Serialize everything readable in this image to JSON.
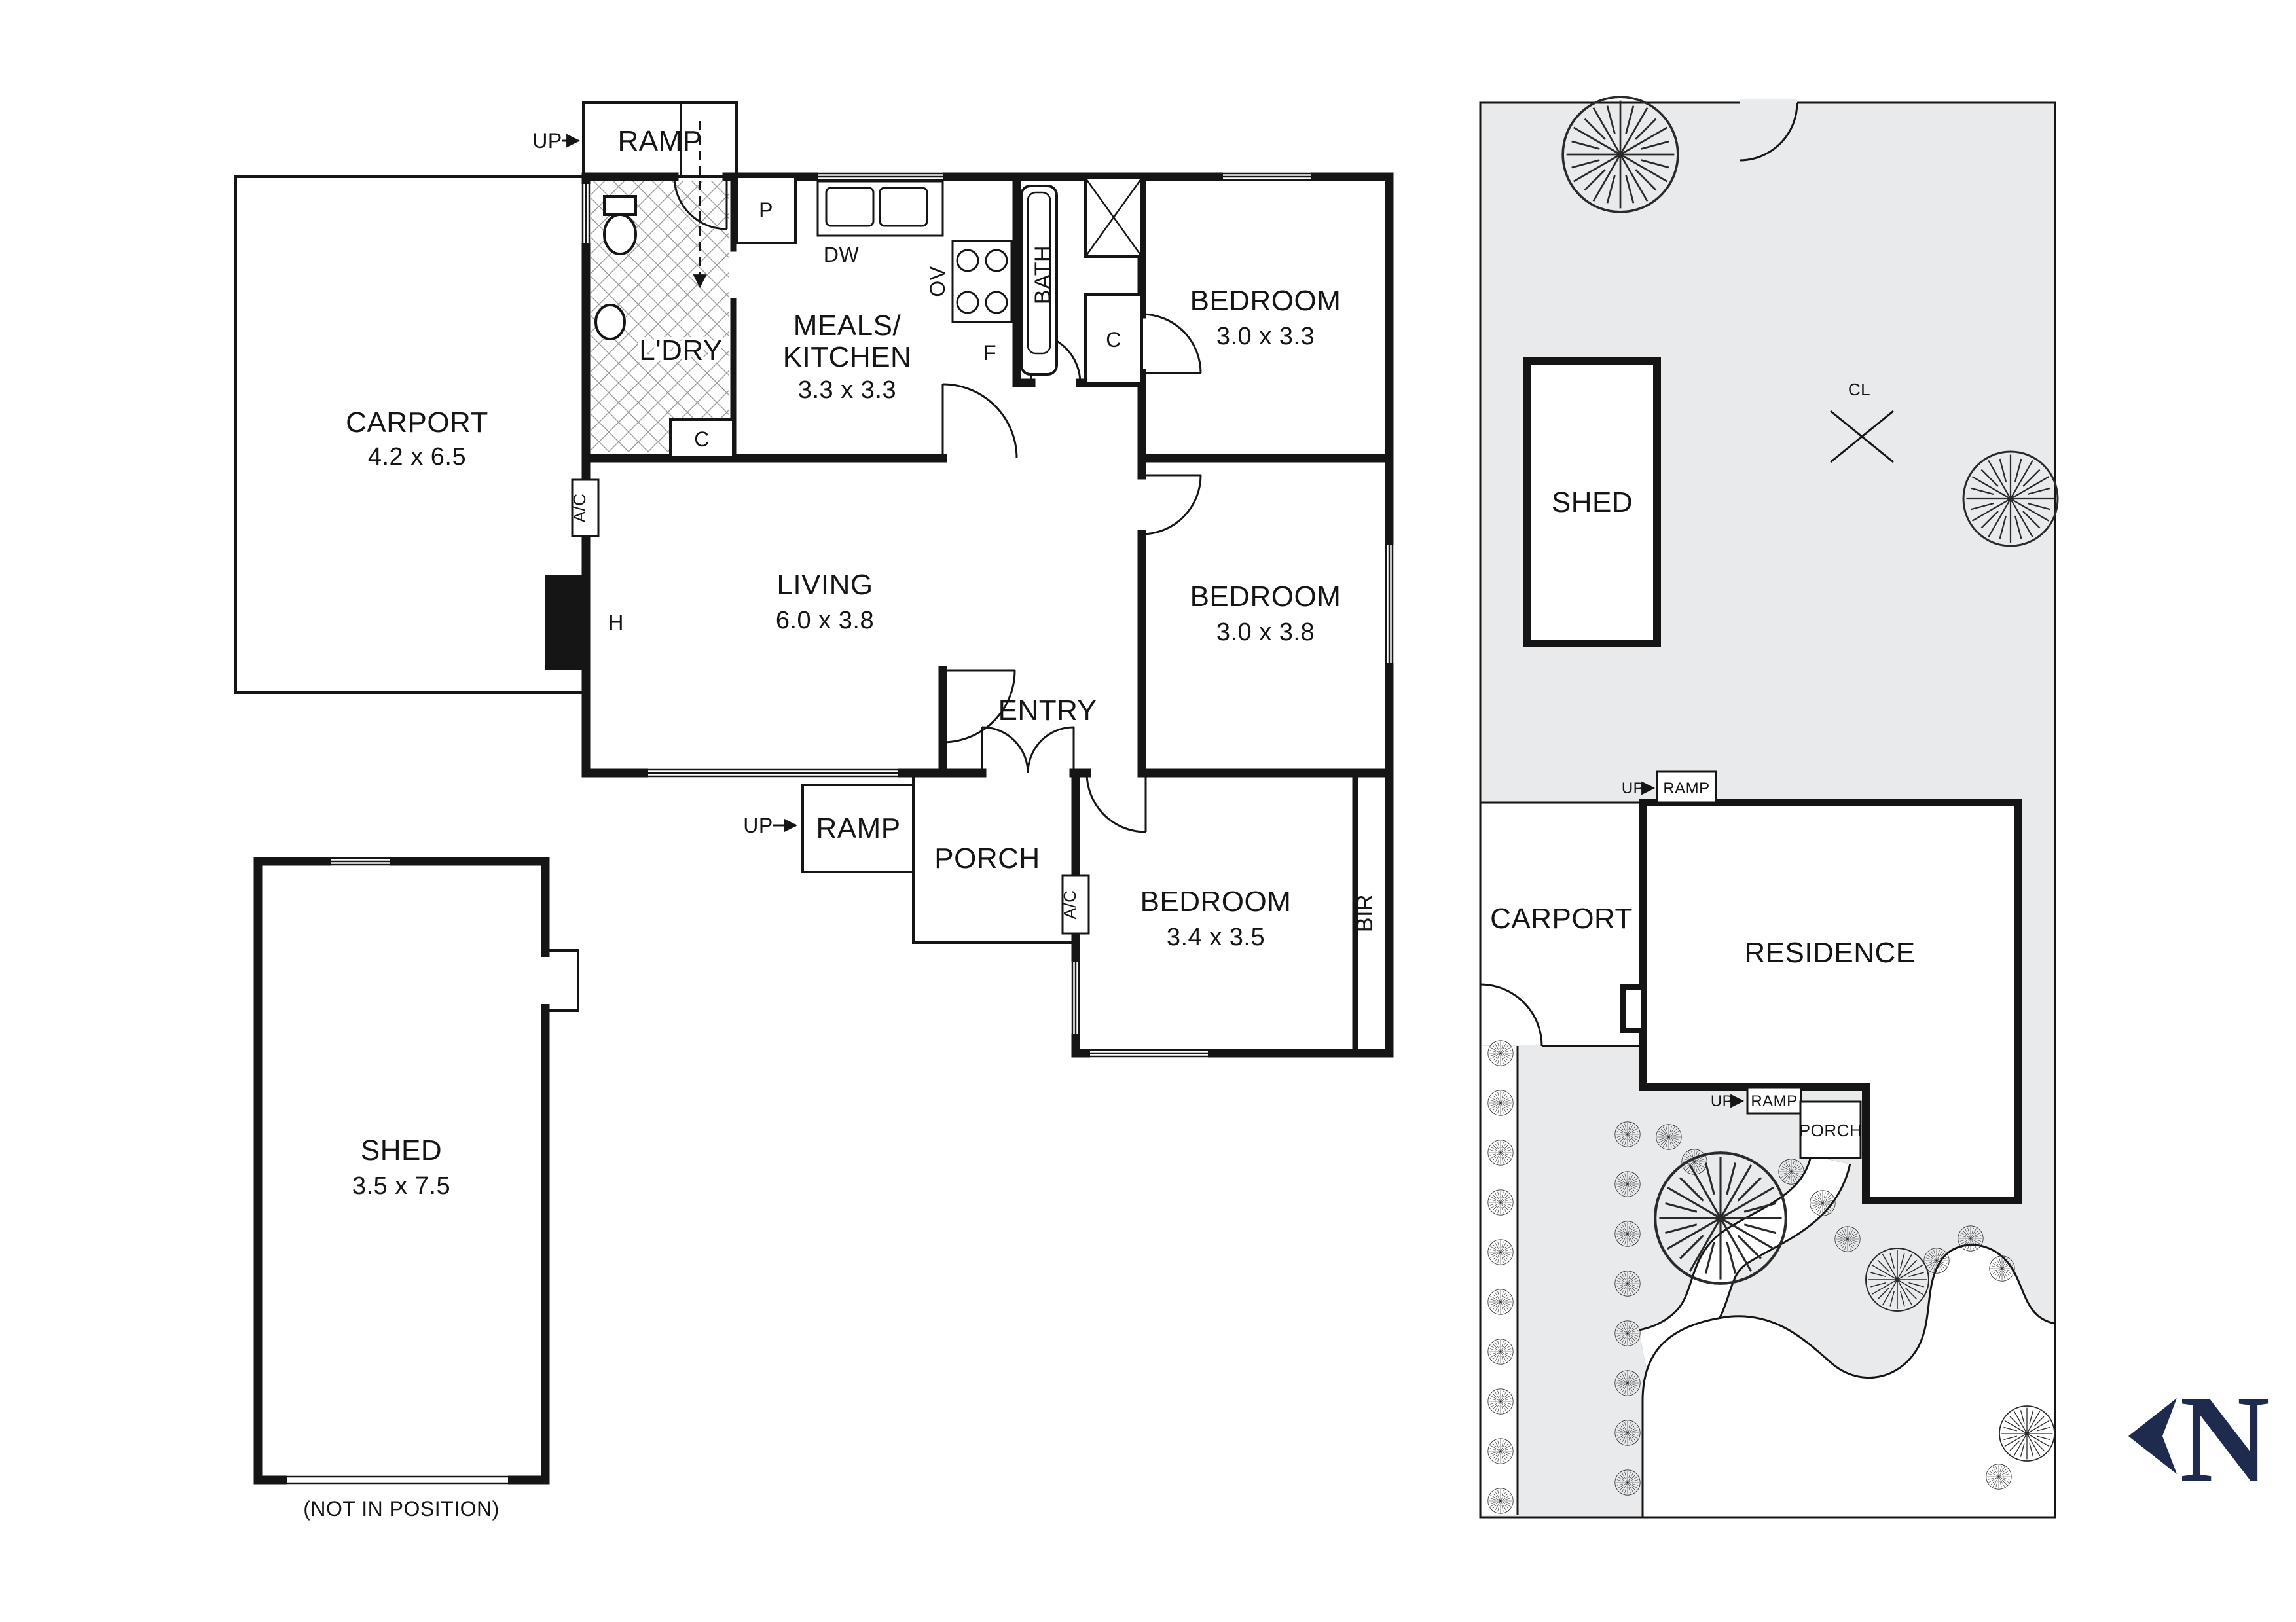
{
  "floorplan": {
    "ramp_top": {
      "up": "UP",
      "label": "RAMP"
    },
    "carport": {
      "label": "CARPORT",
      "dim": "4.2 x 6.5"
    },
    "laundry": {
      "label": "L'DRY",
      "closet": "C"
    },
    "pantry": "P",
    "dishwasher": "DW",
    "oven": "OV",
    "fridge": "F",
    "bath": {
      "label": "BATH",
      "closet": "C"
    },
    "meals": {
      "line1": "MEALS/",
      "line2": "KITCHEN",
      "dim": "3.3 x 3.3"
    },
    "bedroom1": {
      "label": "BEDROOM",
      "dim": "3.0 x 3.3"
    },
    "bedroom2": {
      "label": "BEDROOM",
      "dim": "3.0 x 3.8"
    },
    "bedroom3": {
      "label": "BEDROOM",
      "dim": "3.4 x 3.5",
      "ac": "A/C",
      "robe": "BIR"
    },
    "living": {
      "label": "LIVING",
      "dim": "6.0 x 3.8",
      "ac": "A/C",
      "heater": "H"
    },
    "entry": "ENTRY",
    "porch": {
      "label": "PORCH",
      "up": "UP",
      "ramp": "RAMP"
    },
    "shed": {
      "label": "SHED",
      "dim": "3.5 x 7.5",
      "note": "(NOT IN POSITION)"
    }
  },
  "siteplan": {
    "shed": "SHED",
    "clothesline": "CL",
    "ramp_back": {
      "up": "UP",
      "label": "RAMP"
    },
    "carport": "CARPORT",
    "residence": "RESIDENCE",
    "ramp_front": {
      "up": "UP",
      "label": "RAMP"
    },
    "porch": "PORCH"
  },
  "compass": {
    "north": "N"
  },
  "colors": {
    "wall": "#151515",
    "site_fill": "#e8eaec",
    "compass_navy": "#1e2b4f"
  }
}
